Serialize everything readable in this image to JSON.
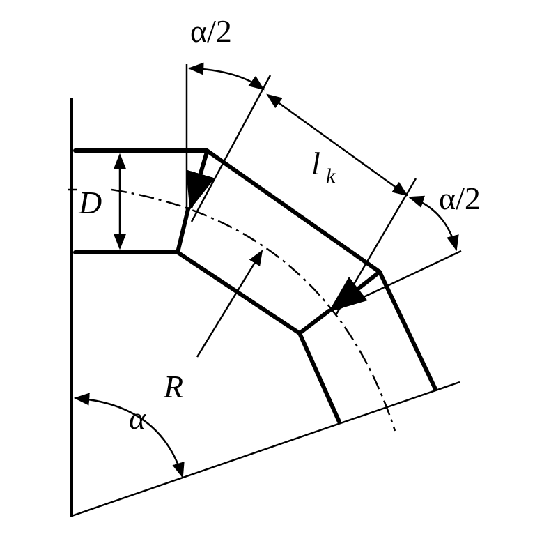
{
  "labels": {
    "diameter": "D",
    "radius": "R",
    "angle": "α",
    "half_angle_top": "α/2",
    "half_angle_right": "α/2",
    "segment_length_main": "l",
    "segment_length_sub": "k"
  }
}
